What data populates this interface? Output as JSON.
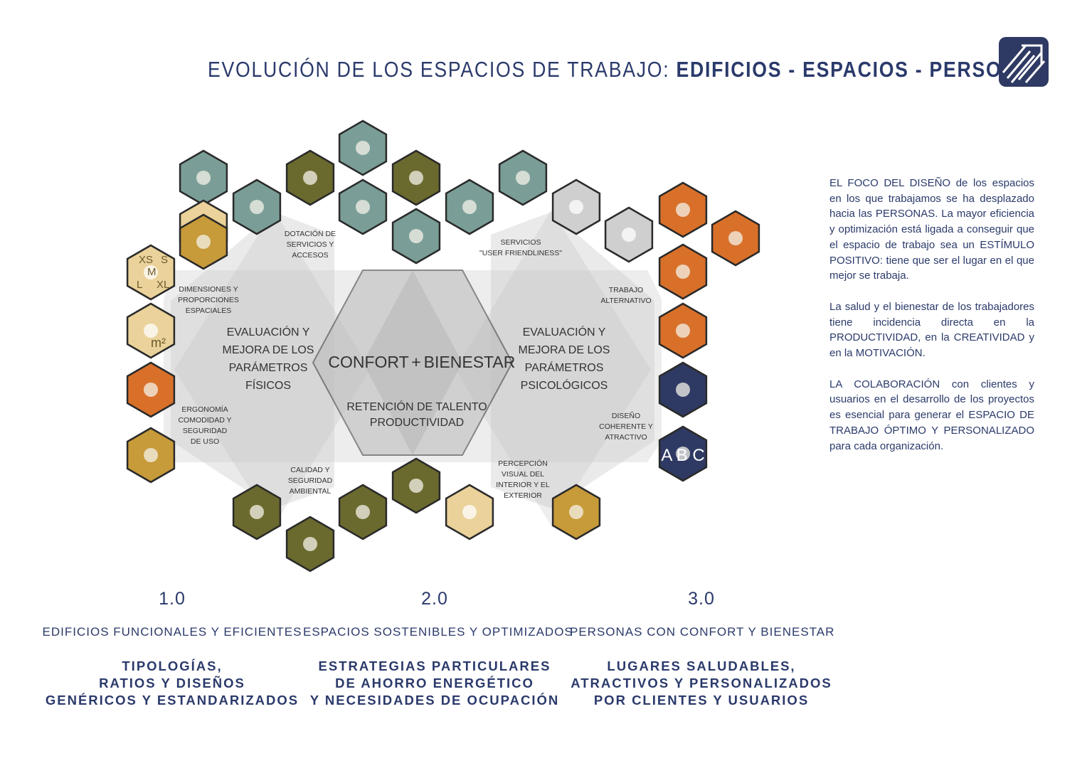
{
  "header": {
    "title_light": "EVOLUCIÓN DE LOS ESPACIOS DE TRABAJO: ",
    "title_bold": "EDIFICIOS - ESPACIOS - PERSONAS",
    "logo": "company-logo"
  },
  "diagram": {
    "center": {
      "left": "CONFORT",
      "plus": "+",
      "right": "BIENESTAR",
      "bottom_1": "RETENCIÓN DE TALENTO",
      "bottom_2": "PRODUCTIVIDAD"
    },
    "left_group": [
      "EVALUACIÓN Y",
      "MEJORA DE LOS",
      "PARÁMETROS",
      "FÍSICOS"
    ],
    "right_group": [
      "EVALUACIÓN Y",
      "MEJORA DE LOS",
      "PARÁMETROS",
      "PSICOLÓGICOS"
    ],
    "labels": {
      "dotacion": [
        "DOTACIÓN DE",
        "SERVICIOS Y",
        "ACCESOS"
      ],
      "dimensiones": [
        "DIMENSIONES Y",
        "PROPORCIONES",
        "ESPACIALES"
      ],
      "ergonomia": [
        "ERGONOMÍA",
        "COMODIDAD Y",
        "SEGURIDAD",
        "DE USO"
      ],
      "calidad": [
        "CALIDAD Y",
        "SEGURIDAD",
        "AMBIENTAL"
      ],
      "servicios": [
        "SERVICIOS",
        "\"USER FRIENDLINESS\""
      ],
      "trabajo": [
        "TRABAJO",
        "ALTERNATIVO"
      ],
      "diseno": [
        "DISEÑO",
        "COHERENTE Y",
        "ATRACTIVO"
      ],
      "percepcion": [
        "PERCEPCIÓN",
        "VISUAL DEL",
        "INTERIOR Y EL",
        "EXTERIOR"
      ]
    },
    "icon_text": {
      "sizes": [
        "XS",
        "S",
        "M",
        "L",
        "XL"
      ],
      "m2": "m²",
      "abc": "A B C"
    },
    "colors": {
      "teal": "#7a9e97",
      "olive": "#6b6a2e",
      "ochre": "#c79a3a",
      "light_ochre": "#ead29a",
      "orange": "#d9702a",
      "navy": "#2e3a63",
      "grey": "#cfcfcf"
    }
  },
  "side_text": {
    "p1": "EL FOCO DEL DISEÑO de los espacios en los que trabajamos se ha desplazado hacia las PERSONAS. La mayor eficiencia y optimización está ligada a conseguir que el espacio de trabajo sea un ESTÍMULO POSITIVO: tiene que ser el lugar en el que mejor se trabaja.",
    "p2": "La salud y el bienestar de los trabajadores tiene incidencia directa en la PRODUCTIVIDAD, en la CREATIVIDAD y en la MOTIVACIÓN.",
    "p3": "LA COLABORACIÓN con clientes y usuarios en el desarrollo de los proyectos es esencial para generar el ESPACIO DE TRABAJO ÓPTIMO Y PERSONALIZADO para cada organización."
  },
  "columns": [
    {
      "number": "1.0",
      "subtitle": "EDIFICIOS FUNCIONALES Y EFICIENTES",
      "lines": [
        "TIPOLOGÍAS,",
        "RATIOS Y DISEÑOS",
        "GENÉRICOS Y ESTANDARIZADOS"
      ]
    },
    {
      "number": "2.0",
      "subtitle": "ESPACIOS SOSTENIBLES Y OPTIMIZADOS",
      "lines": [
        "ESTRATEGIAS PARTICULARES",
        "DE AHORRO ENERGÉTICO",
        "Y NECESIDADES DE OCUPACIÓN"
      ]
    },
    {
      "number": "3.0",
      "subtitle": "PERSONAS CON CONFORT Y BIENESTAR",
      "lines": [
        "LUGARES SALUDABLES,",
        "ATRACTIVOS Y PERSONALIZADOS",
        "POR CLIENTES Y USUARIOS"
      ]
    }
  ]
}
